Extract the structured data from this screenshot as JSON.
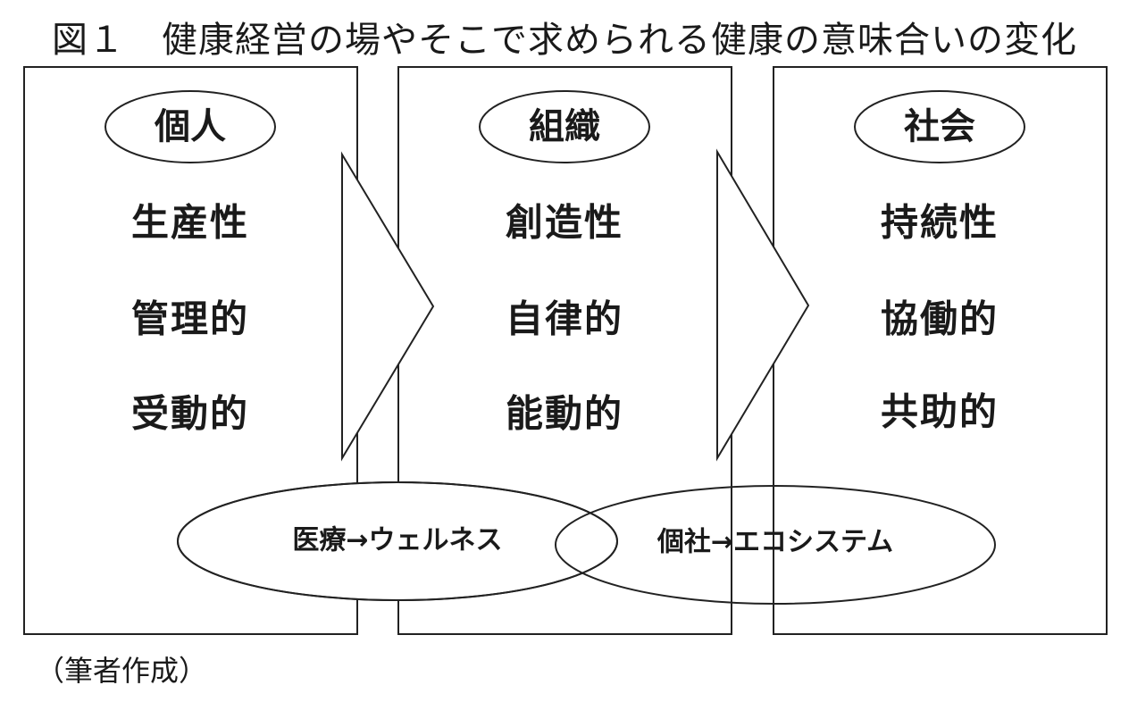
{
  "title": "図１　健康経営の場やそこで求められる健康の意味合いの変化",
  "panels": [
    {
      "label": "個人",
      "traits": [
        "生産性",
        "管理的",
        "受動的"
      ]
    },
    {
      "label": "組織",
      "traits": [
        "創造性",
        "自律的",
        "能動的"
      ]
    },
    {
      "label": "社会",
      "traits": [
        "持続性",
        "協働的",
        "共助的"
      ]
    }
  ],
  "ellipses": {
    "left": "医療→ウェルネス",
    "right": "個社→エコシステム"
  },
  "caption": "（筆者作成）"
}
